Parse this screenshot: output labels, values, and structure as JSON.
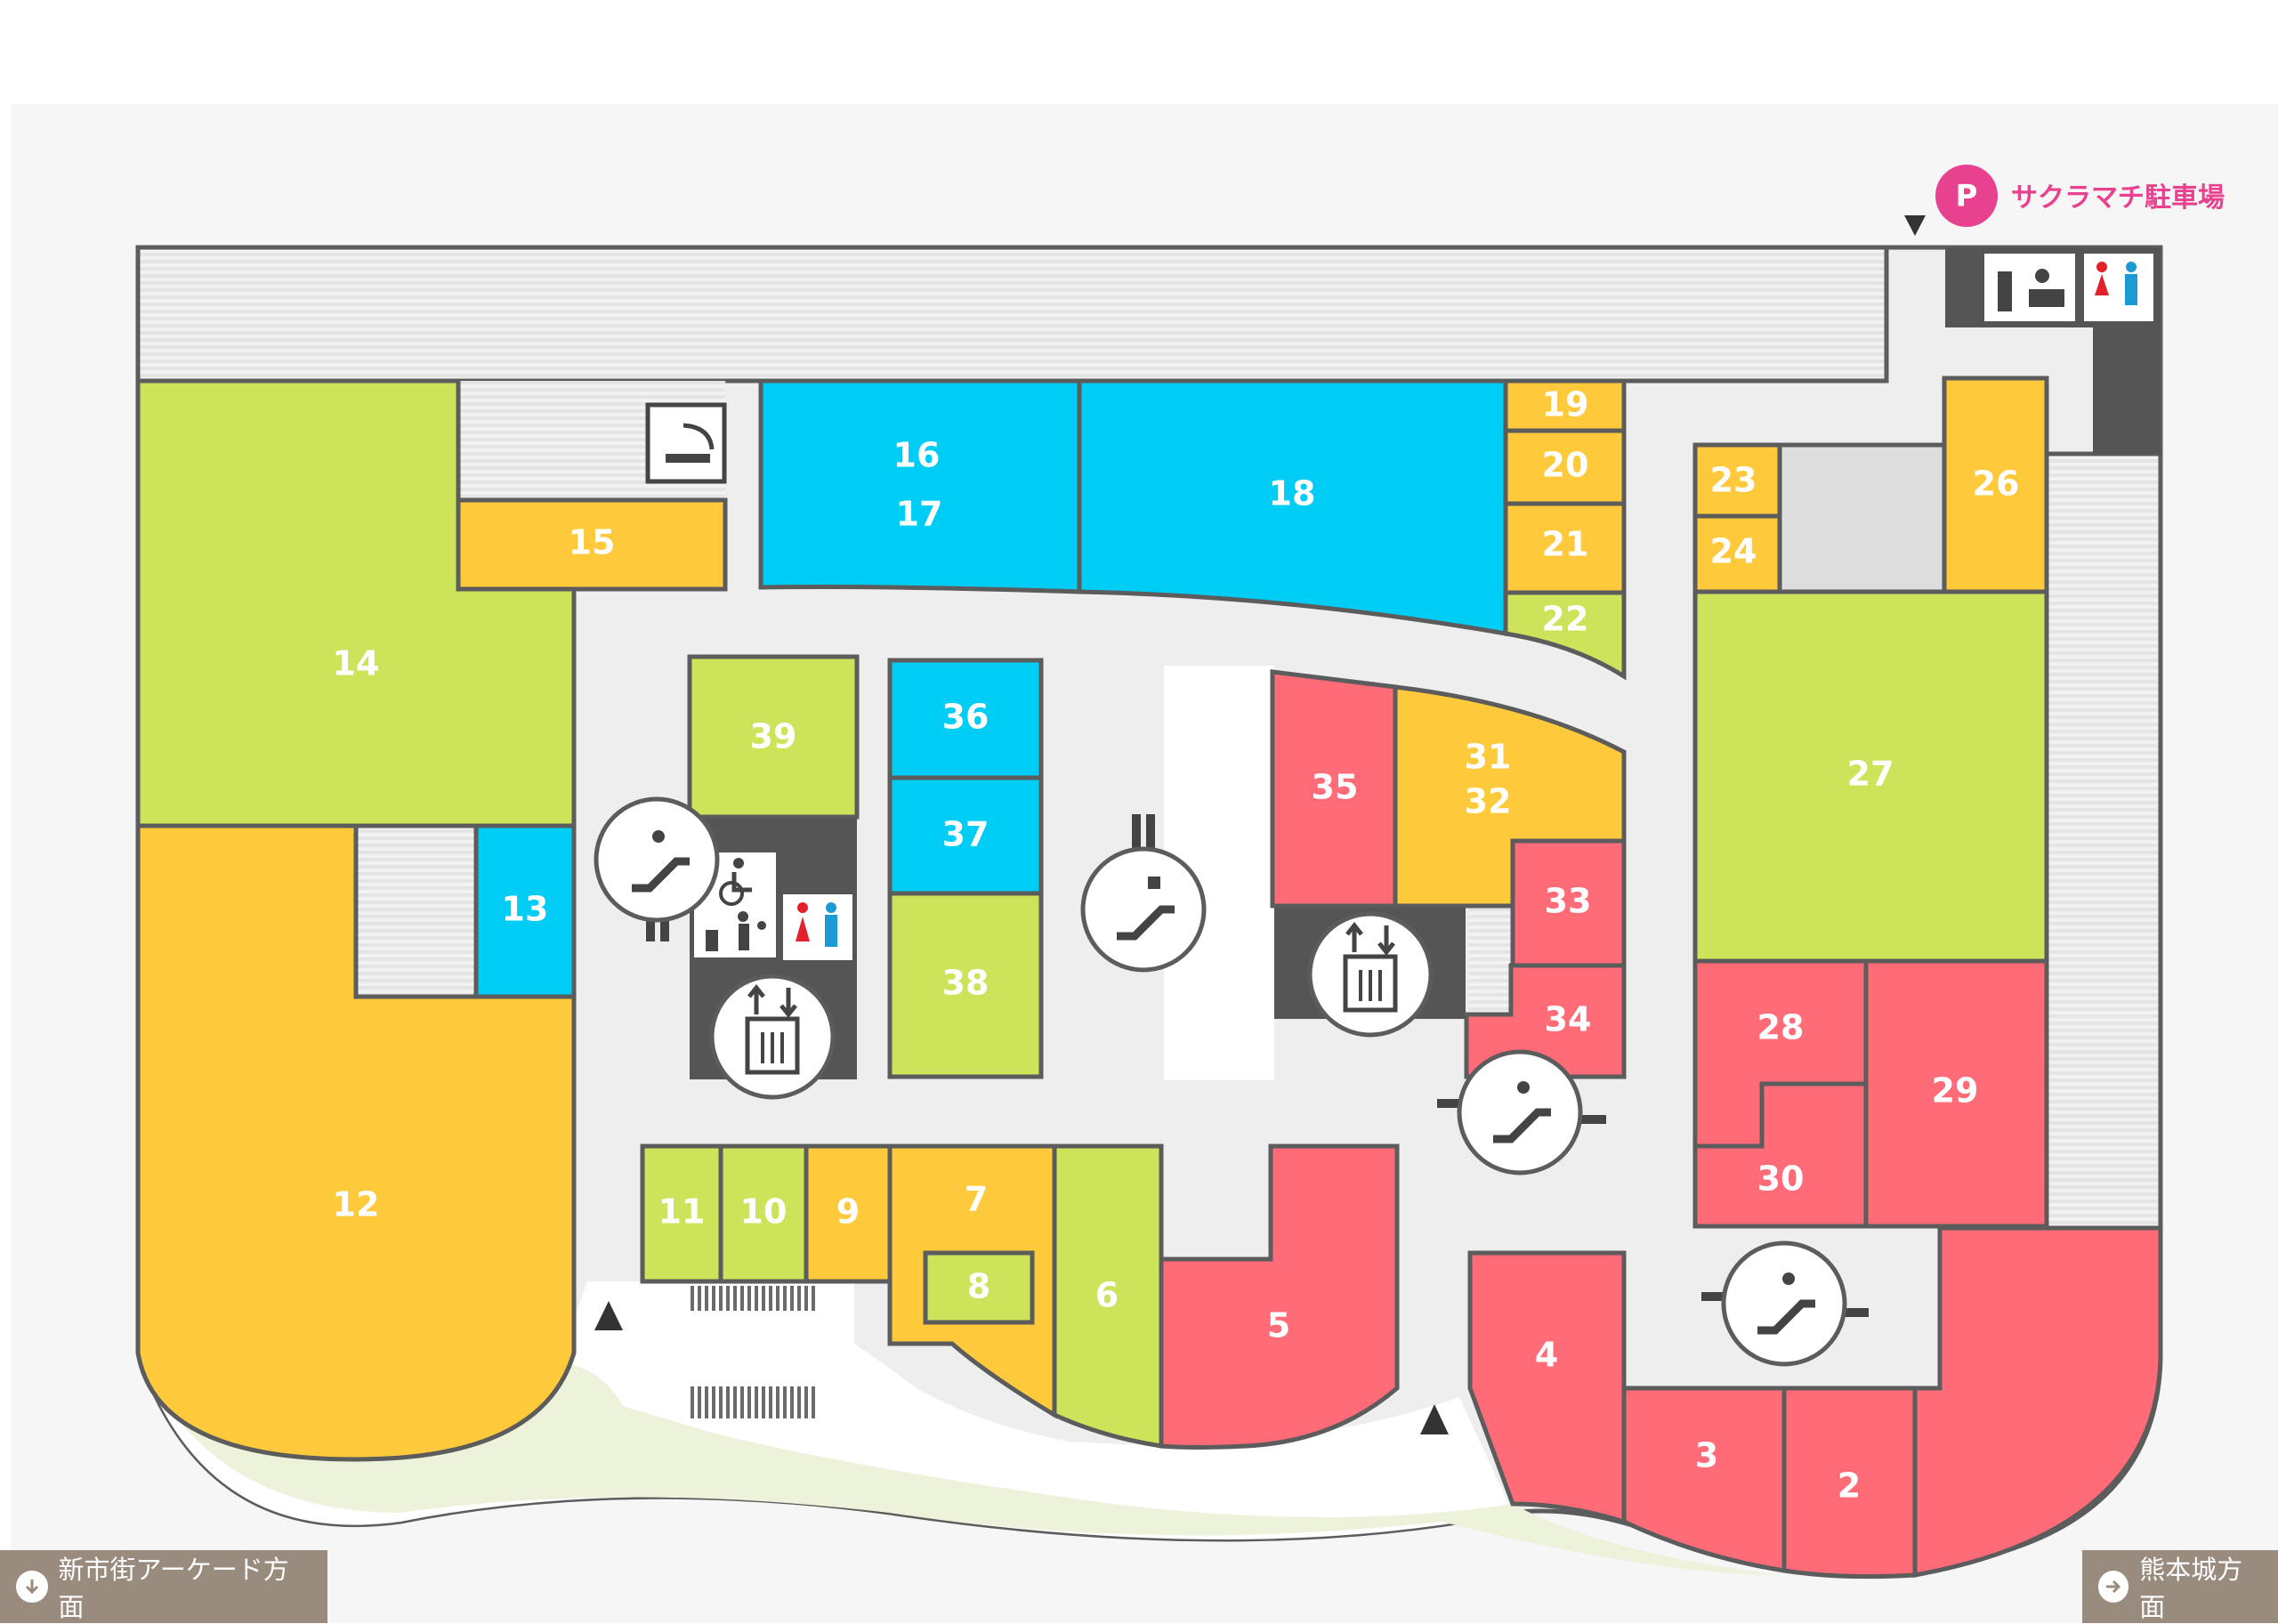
{
  "map": {
    "parking_label": "サクラマチ駐車場",
    "parking_symbol": "P",
    "directions": {
      "left_label": "新市街アーケード方面",
      "right_label": "熊本城方面"
    },
    "units": [
      {
        "id": "u2",
        "label": "2",
        "category": "red"
      },
      {
        "id": "u3",
        "label": "3",
        "category": "red"
      },
      {
        "id": "u4",
        "label": "4",
        "category": "red"
      },
      {
        "id": "u5",
        "label": "5",
        "category": "red"
      },
      {
        "id": "u6",
        "label": "6",
        "category": "green"
      },
      {
        "id": "u7",
        "label": "7",
        "category": "yellow"
      },
      {
        "id": "u8",
        "label": "8",
        "category": "green"
      },
      {
        "id": "u9",
        "label": "9",
        "category": "yellow"
      },
      {
        "id": "u10",
        "label": "10",
        "category": "green"
      },
      {
        "id": "u11",
        "label": "11",
        "category": "green"
      },
      {
        "id": "u12",
        "label": "12",
        "category": "yellow"
      },
      {
        "id": "u13",
        "label": "13",
        "category": "blue"
      },
      {
        "id": "u14",
        "label": "14",
        "category": "green"
      },
      {
        "id": "u15",
        "label": "15",
        "category": "yellow"
      },
      {
        "id": "u16",
        "label": "16",
        "category": "blue"
      },
      {
        "id": "u17",
        "label": "17",
        "category": "blue"
      },
      {
        "id": "u18",
        "label": "18",
        "category": "blue"
      },
      {
        "id": "u19",
        "label": "19",
        "category": "yellow"
      },
      {
        "id": "u20",
        "label": "20",
        "category": "yellow"
      },
      {
        "id": "u21",
        "label": "21",
        "category": "yellow"
      },
      {
        "id": "u22",
        "label": "22",
        "category": "green"
      },
      {
        "id": "u23",
        "label": "23",
        "category": "yellow"
      },
      {
        "id": "u24",
        "label": "24",
        "category": "yellow"
      },
      {
        "id": "u26",
        "label": "26",
        "category": "yellow"
      },
      {
        "id": "u27",
        "label": "27",
        "category": "green"
      },
      {
        "id": "u28",
        "label": "28",
        "category": "red"
      },
      {
        "id": "u29",
        "label": "29",
        "category": "red"
      },
      {
        "id": "u30",
        "label": "30",
        "category": "red"
      },
      {
        "id": "u31",
        "label": "31",
        "category": "yellow"
      },
      {
        "id": "u32",
        "label": "32",
        "category": "yellow"
      },
      {
        "id": "u33",
        "label": "33",
        "category": "red"
      },
      {
        "id": "u34",
        "label": "34",
        "category": "red"
      },
      {
        "id": "u35",
        "label": "35",
        "category": "red"
      },
      {
        "id": "u36",
        "label": "36",
        "category": "blue"
      },
      {
        "id": "u37",
        "label": "37",
        "category": "blue"
      },
      {
        "id": "u38",
        "label": "38",
        "category": "green"
      },
      {
        "id": "u39",
        "label": "39",
        "category": "green"
      }
    ],
    "facility_icons": [
      "escalator-icon",
      "elevator-icon",
      "restroom-icon",
      "accessible-restroom-icon",
      "nursing-room-icon",
      "smoking-area-icon",
      "entrance-arrow-icon",
      "parking-icon"
    ],
    "colors": {
      "yellow": "#ffc93c",
      "green": "#cde35a",
      "blue": "#00cdf5",
      "red": "#ff6c78",
      "outline": "#5c5c5c",
      "corridor": "#eeeeee",
      "plaza": "#edf2da",
      "parking_pink": "#e8418f",
      "direction_button": "#9a8b7f"
    }
  }
}
